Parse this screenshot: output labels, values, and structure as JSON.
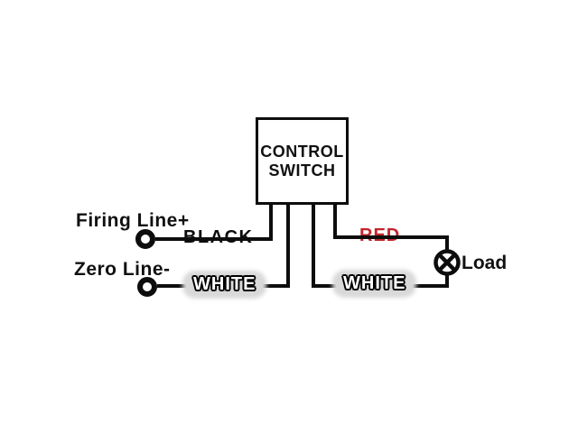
{
  "diagram": {
    "switch_box": {
      "line1": "CONTROL",
      "line2": "SWITCH"
    },
    "terminals": [
      {
        "label": "Firing Line+",
        "wire_label": "BLACK",
        "wire_color": "#0d0d0d"
      },
      {
        "label": "Zero Line-",
        "wire_label": "WHITE",
        "wire_color": "#0d0d0d"
      }
    ],
    "load": {
      "label": "Load",
      "top_wire_label": "RED",
      "bottom_wire_label": "WHITE"
    },
    "colors": {
      "wire": "#0d0d0d",
      "red_label": "#c4242b",
      "white_label_pill": "#d9d9d9",
      "background": "#ffffff"
    }
  }
}
